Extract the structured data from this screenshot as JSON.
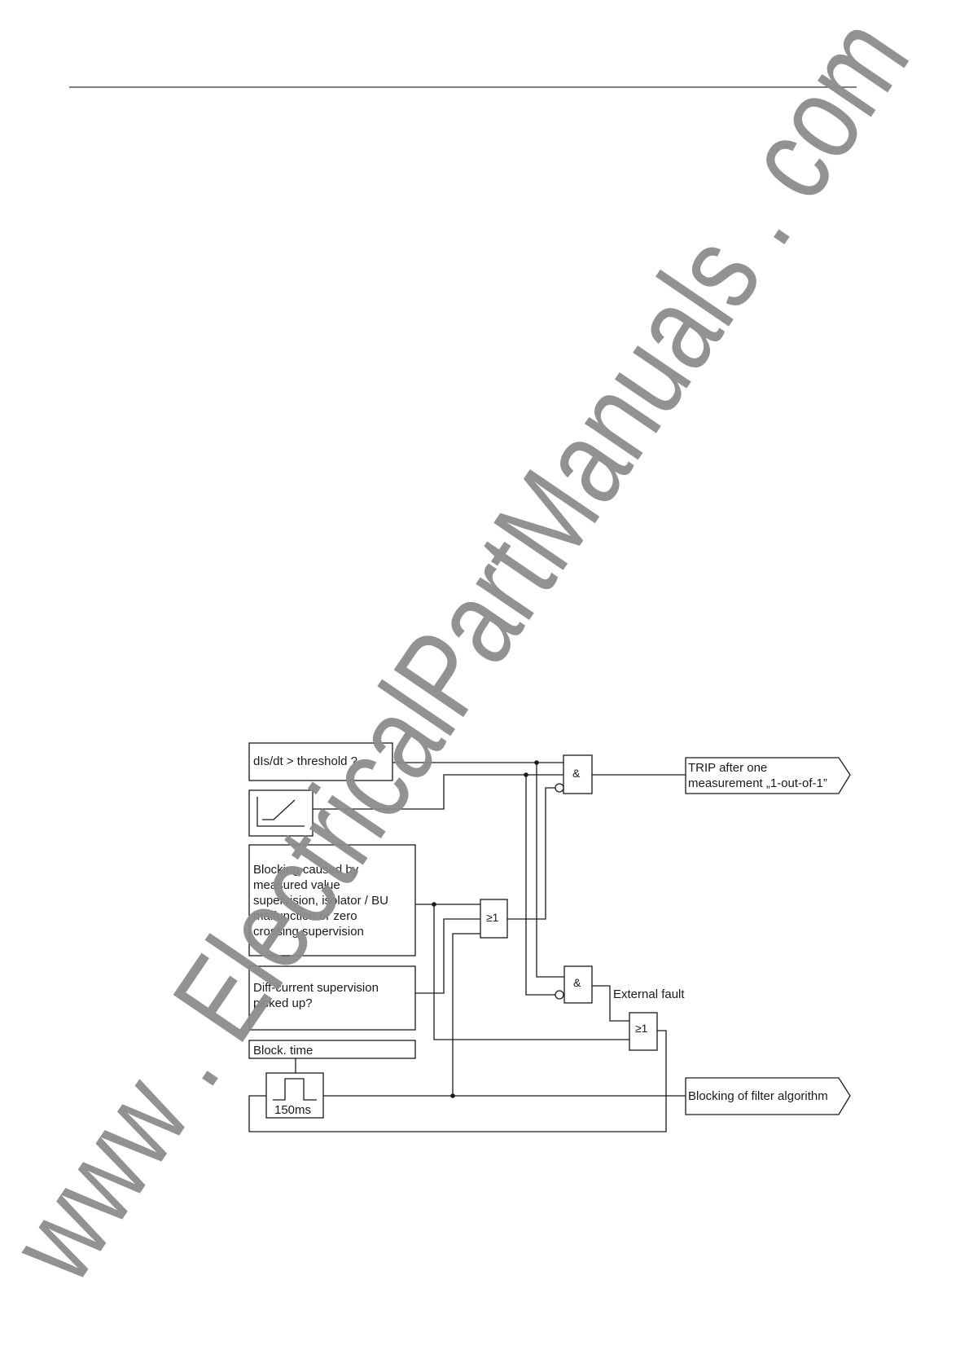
{
  "watermark": "www . ElectricalPartManuals . com",
  "blocks": {
    "threshold": "dIs/dt > threshold ?",
    "blocking": [
      "Blocking caused by",
      "measured value",
      "supervision, isolator / BU",
      "malfunction or zero",
      "crossing supervision"
    ],
    "diff_current": [
      "Diff-current supervision",
      "picked up?"
    ],
    "block_time": "Block. time",
    "timer": "150ms"
  },
  "gates": {
    "and_top": "&",
    "or_mid": "≥1",
    "and_bottom": "&",
    "or_bottom": "≥1"
  },
  "labels": {
    "external_fault": "External fault"
  },
  "outputs": {
    "trip": [
      "TRIP after one",
      "measurement „1-out-of-1”"
    ],
    "blocking_filter": "Blocking of filter algorithm"
  }
}
